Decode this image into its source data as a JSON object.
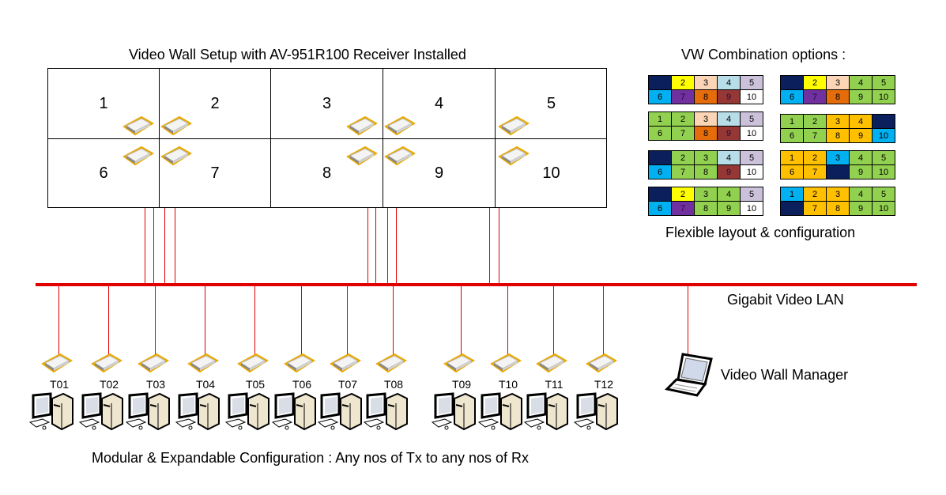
{
  "wall": {
    "title": "Video Wall Setup with AV-951R100 Receiver Installed",
    "screens": [
      "1",
      "2",
      "3",
      "4",
      "5",
      "6",
      "7",
      "8",
      "9",
      "10"
    ]
  },
  "combos": {
    "title": "VW Combination options :",
    "caption": "Flexible layout & configuration",
    "colors": {
      "navy": "#0b1f5c",
      "yellow": "#ffff00",
      "peach": "#fbd5b5",
      "lightblue": "#b7dde8",
      "lavender": "#ccc1da",
      "cyan": "#00b0f0",
      "purple": "#7030a0",
      "orange": "#e46c0a",
      "brown": "#953735",
      "white": "#ffffff",
      "green": "#92d050",
      "gold": "#ffc000"
    },
    "options": [
      [
        "navy",
        "yellow",
        "peach",
        "lightblue",
        "lavender",
        "cyan",
        "purple",
        "orange",
        "brown",
        "white"
      ],
      [
        "navy",
        "yellow",
        "peach",
        "green",
        "green",
        "cyan",
        "purple",
        "orange",
        "green",
        "green"
      ],
      [
        "green",
        "green",
        "peach",
        "lightblue",
        "lavender",
        "green",
        "green",
        "orange",
        "brown",
        "white"
      ],
      [
        "green",
        "green",
        "gold",
        "gold",
        "navy",
        "green",
        "green",
        "gold",
        "gold",
        "cyan"
      ],
      [
        "navy",
        "green",
        "green",
        "lightblue",
        "lavender",
        "cyan",
        "green",
        "green",
        "brown",
        "white"
      ],
      [
        "gold",
        "gold",
        "cyan",
        "green",
        "green",
        "gold",
        "gold",
        "navy",
        "green",
        "green"
      ],
      [
        "navy",
        "yellow",
        "green",
        "green",
        "lavender",
        "cyan",
        "purple",
        "green",
        "green",
        "white"
      ],
      [
        "cyan",
        "gold",
        "gold",
        "green",
        "green",
        "navy",
        "gold",
        "gold",
        "green",
        "green"
      ]
    ]
  },
  "network": {
    "lan_label": "Gigabit Video LAN"
  },
  "transmitters": [
    "T01",
    "T02",
    "T03",
    "T04",
    "T05",
    "T06",
    "T07",
    "T08",
    "T09",
    "T10",
    "T11",
    "T12"
  ],
  "manager": {
    "label": "Video Wall Manager"
  },
  "footer": "Modular & Expandable Configuration : Any nos of Tx to any nos of Rx"
}
